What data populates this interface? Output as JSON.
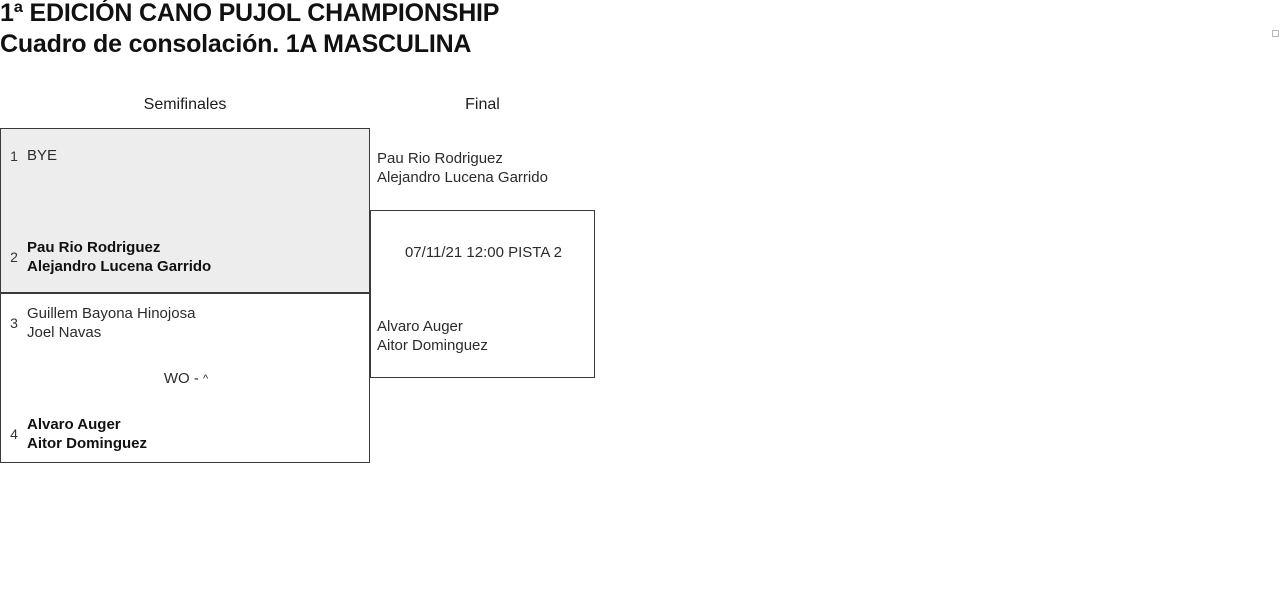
{
  "page": {
    "title_line_1": "1ª EDICIÓN CANO PUJOL CHAMPIONSHIP",
    "title_line_2": "Cuadro de consolación. 1A MASCULINA"
  },
  "rounds": [
    {
      "id": "semifinals",
      "label": "Semifinales"
    },
    {
      "id": "final",
      "label": "Final"
    }
  ],
  "bracket": {
    "semifinal_1": {
      "top": {
        "seed": "1",
        "player_1": "BYE",
        "player_2": "",
        "winner": false
      },
      "bottom": {
        "seed": "2",
        "player_1": "Pau Rio Rodriguez",
        "player_2": "Alejandro Lucena Garrido",
        "winner": true
      },
      "score": ""
    },
    "semifinal_2": {
      "top": {
        "seed": "3",
        "player_1": "Guillem Bayona Hinojosa",
        "player_2": "Joel Navas",
        "winner": false
      },
      "bottom": {
        "seed": "4",
        "player_1": "Alvaro Auger",
        "player_2": "Aitor Dominguez",
        "winner": true
      },
      "score_text": "WO - ",
      "score_caret": "^"
    },
    "final": {
      "schedule": "07/11/21 12:00 PISTA 2",
      "top": {
        "player_1": "Pau Rio Rodriguez",
        "player_2": "Alejandro Lucena Garrido"
      },
      "bottom": {
        "player_1": "Alvaro Auger",
        "player_2": "Aitor Dominguez"
      }
    }
  },
  "colors": {
    "shaded_row": "#ededed",
    "border": "#3a3a3a",
    "text": "#2b2b2b"
  }
}
